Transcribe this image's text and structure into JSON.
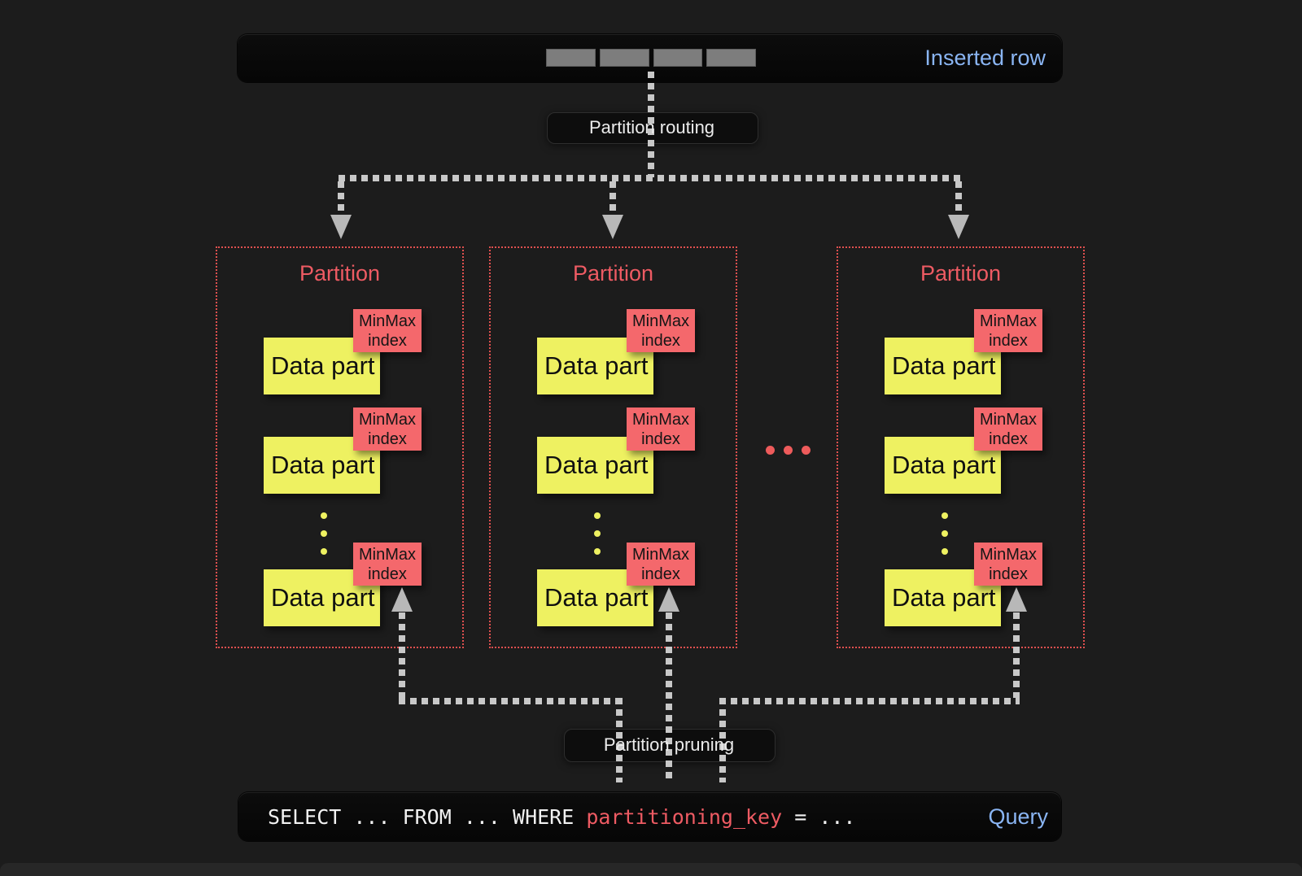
{
  "colors": {
    "background": "#1c1c1c",
    "bar_background": "#0a0a0a",
    "label_blue": "#8ab5f3",
    "data_part_yellow": "#eef161",
    "minmax_red": "#f4686c",
    "partition_title_red": "#ee5b63",
    "partition_border_red": "#e0504f",
    "connector_gray": "#c8c8c8",
    "segment_gray": "#7d7d7d"
  },
  "top_bar": {
    "label": "Inserted row",
    "segment_count": 4
  },
  "labels": {
    "routing": "Partition routing",
    "pruning": "Partition pruning"
  },
  "partitions": [
    {
      "title": "Partition",
      "parts": [
        {
          "data_label": "Data part",
          "minmax": [
            "MinMax",
            "index"
          ]
        },
        {
          "data_label": "Data part",
          "minmax": [
            "MinMax",
            "index"
          ]
        },
        {
          "data_label": "Data part",
          "minmax": [
            "MinMax",
            "index"
          ]
        }
      ]
    },
    {
      "title": "Partition",
      "parts": [
        {
          "data_label": "Data part",
          "minmax": [
            "MinMax",
            "index"
          ]
        },
        {
          "data_label": "Data part",
          "minmax": [
            "MinMax",
            "index"
          ]
        },
        {
          "data_label": "Data part",
          "minmax": [
            "MinMax",
            "index"
          ]
        }
      ]
    },
    {
      "title": "Partition",
      "parts": [
        {
          "data_label": "Data part",
          "minmax": [
            "MinMax",
            "index"
          ]
        },
        {
          "data_label": "Data part",
          "minmax": [
            "MinMax",
            "index"
          ]
        },
        {
          "data_label": "Data part",
          "minmax": [
            "MinMax",
            "index"
          ]
        }
      ]
    }
  ],
  "query": {
    "before": "SELECT ... FROM ... WHERE ",
    "key": "partitioning_key",
    "after": " = ...",
    "label": "Query"
  }
}
